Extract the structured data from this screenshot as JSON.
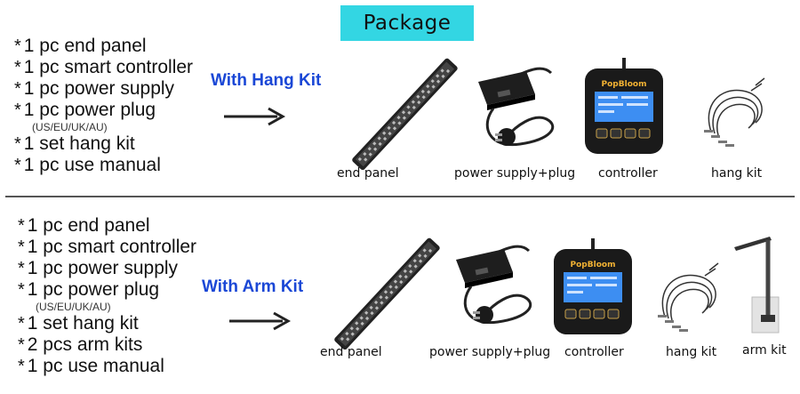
{
  "title": "Package",
  "top": {
    "kit_label": "With Hang Kit",
    "items": [
      {
        "text": "1 pc end panel"
      },
      {
        "text": "1 pc smart controller"
      },
      {
        "text": "1 pc power supply"
      },
      {
        "text": "1 pc power plug"
      },
      {
        "text": "(US/EU/UK/AU)",
        "sub": true
      },
      {
        "text": "1 set hang kit"
      },
      {
        "text": "1 pc use manual"
      }
    ],
    "captions": [
      "end panel",
      "power supply+plug",
      "controller",
      "hang kit"
    ]
  },
  "bottom": {
    "kit_label": "With Arm Kit",
    "items": [
      {
        "text": "1 pc end panel"
      },
      {
        "text": "1 pc smart controller"
      },
      {
        "text": "1 pc power supply"
      },
      {
        "text": "1 pc power plug"
      },
      {
        "text": "(US/EU/UK/AU)",
        "sub": true
      },
      {
        "text": "1 set hang kit"
      },
      {
        "text": "2 pcs arm kits"
      },
      {
        "text": "1 pc use manual"
      }
    ],
    "captions": [
      "end panel",
      "power supply+plug",
      "controller",
      "hang kit",
      "arm kit"
    ]
  },
  "controller_brand": "PopBloom",
  "bullet": "*",
  "colors": {
    "title_bg": "#33d6e3",
    "kit_label": "#1a47d6",
    "screen": "#3d8ef2"
  }
}
